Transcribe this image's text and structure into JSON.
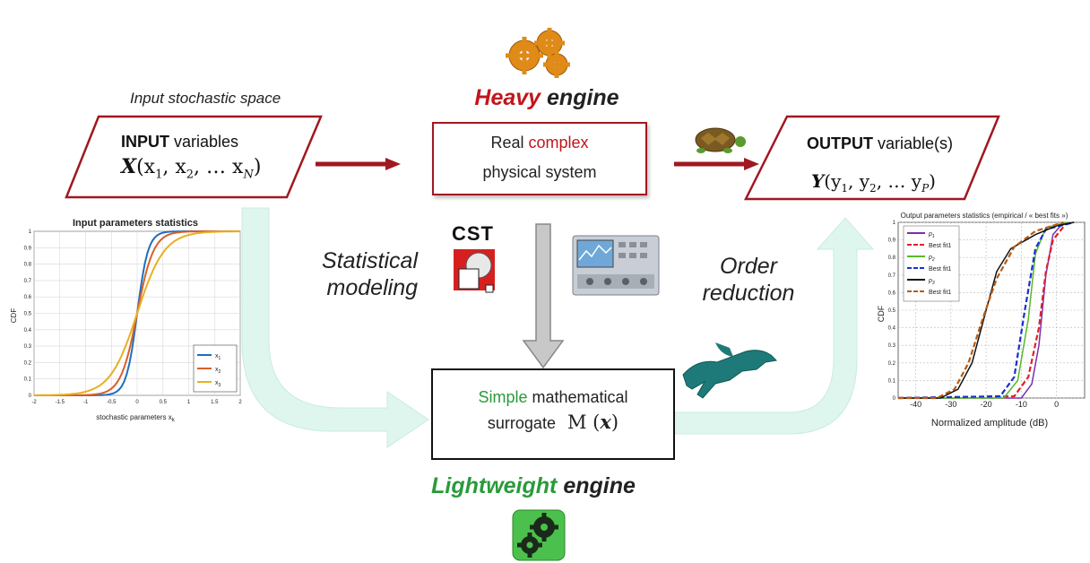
{
  "labels": {
    "input_space": "Input stochastic space",
    "statistical_modeling": [
      "Statistical",
      "modeling"
    ],
    "order_reduction": [
      "Order",
      "reduction"
    ],
    "cst_logo": "CST"
  },
  "heavy_engine": {
    "word1": "Heavy",
    "word2": "engine"
  },
  "lightweight_engine": {
    "word1": "Lightweight",
    "word2": "engine"
  },
  "input_box": {
    "title_bold": "INPUT",
    "title_rest": " variables",
    "math_main": "X",
    "math_open": "(x",
    "sub1": "1",
    "sep1": ", x",
    "sub2": "2",
    "sep2": ", … x",
    "subN": "N",
    "math_close": ")"
  },
  "output_box": {
    "title_bold": "OUTPUT",
    "title_rest": " variable(s)",
    "math_main": "Y",
    "math_open": "(y",
    "sub1": "1",
    "sep1": ", y",
    "sub2": "2",
    "sep2": ", … y",
    "subP": "P",
    "math_close": ")"
  },
  "real_system": {
    "line1a": "Real ",
    "line1b": "complex",
    "line2": "physical system"
  },
  "surrogate": {
    "line1a": "Simple",
    "line1b": " mathematical",
    "line2": "surrogate",
    "math": "M (",
    "math_x": "x",
    "math_close": ")"
  },
  "colors": {
    "dark_red": "#a01820",
    "red_text": "#c0161c",
    "green_text": "#2a9a3a",
    "light_green_arrow": "#dff6ee",
    "gray_arrow": "#c8c8c8"
  },
  "icons": [
    "gears-icon",
    "turtle-icon",
    "cst-logo-icon",
    "instrument-icon",
    "panther-icon",
    "green-gears-icon"
  ],
  "chart_data": [
    {
      "type": "line",
      "title": "Input parameters statistics",
      "xlabel": "stochastic parameters x",
      "xlabel_sub": "k",
      "ylabel": "CDF",
      "xlim": [
        -2,
        2
      ],
      "ylim": [
        0,
        1
      ],
      "xticks": [
        "-2",
        "-1.5",
        "-1",
        "-0.5",
        "0",
        "0.5",
        "1",
        "1.5",
        "2"
      ],
      "yticks": [
        "0",
        "0.1",
        "0.2",
        "0.3",
        "0.4",
        "0.5",
        "0.6",
        "0.7",
        "0.8",
        "0.9",
        "1"
      ],
      "grid": true,
      "legend": "bottom-right",
      "series": [
        {
          "name": "x",
          "sub": "1",
          "color": "#1f6fbf",
          "sigma": 0.18
        },
        {
          "name": "x",
          "sub": "2",
          "color": "#d95f2a",
          "sigma": 0.27
        },
        {
          "name": "x",
          "sub": "3",
          "color": "#e8b020",
          "sigma": 0.45
        }
      ]
    },
    {
      "type": "line",
      "title": "Output parameters statistics (empirical / « best fits »)",
      "xlabel": "Normalized amplitude (dB)",
      "ylabel": "CDF",
      "xlim": [
        -45,
        8
      ],
      "ylim": [
        0,
        1
      ],
      "xticks": [
        "-40",
        "-30",
        "-20",
        "-10",
        "0"
      ],
      "yticks": [
        "0",
        "0.1",
        "0.2",
        "0.3",
        "0.4",
        "0.5",
        "0.6",
        "0.7",
        "0.8",
        "0.9",
        "1"
      ],
      "grid": true,
      "legend": "top-left",
      "series": [
        {
          "name": "p",
          "sub": "1",
          "color": "#7a2fb0",
          "dash": false,
          "points": [
            [
              -45,
              0
            ],
            [
              -10,
              0
            ],
            [
              -7,
              0.08
            ],
            [
              -5,
              0.3
            ],
            [
              -3,
              0.7
            ],
            [
              -1,
              0.93
            ],
            [
              2,
              1
            ]
          ]
        },
        {
          "name": "Best fit1",
          "color": "#e0202a",
          "dash": true,
          "points": [
            [
              -45,
              0
            ],
            [
              -12,
              0.01
            ],
            [
              -8,
              0.12
            ],
            [
              -5,
              0.4
            ],
            [
              -3,
              0.72
            ],
            [
              -1,
              0.9
            ],
            [
              3,
              1
            ]
          ]
        },
        {
          "name": "p",
          "sub": "2",
          "color": "#5ab82a",
          "dash": false,
          "points": [
            [
              -45,
              0
            ],
            [
              -15,
              0
            ],
            [
              -11,
              0.1
            ],
            [
              -8,
              0.45
            ],
            [
              -6,
              0.82
            ],
            [
              -3,
              0.97
            ],
            [
              3,
              1
            ]
          ]
        },
        {
          "name": "Best fit1",
          "color": "#1a2fd0",
          "dash": true,
          "points": [
            [
              -45,
              0
            ],
            [
              -16,
              0.01
            ],
            [
              -12,
              0.12
            ],
            [
              -9,
              0.5
            ],
            [
              -6,
              0.85
            ],
            [
              -3,
              0.96
            ],
            [
              5,
              1
            ]
          ]
        },
        {
          "name": "p",
          "sub": "3",
          "color": "#111111",
          "dash": false,
          "points": [
            [
              -45,
              0
            ],
            [
              -33,
              0
            ],
            [
              -28,
              0.05
            ],
            [
              -24,
              0.2
            ],
            [
              -20,
              0.5
            ],
            [
              -17,
              0.72
            ],
            [
              -13,
              0.85
            ],
            [
              -6,
              0.93
            ],
            [
              0,
              0.98
            ],
            [
              5,
              1
            ]
          ]
        },
        {
          "name": "Best fit1",
          "color": "#b85a10",
          "dash": true,
          "points": [
            [
              -45,
              0
            ],
            [
              -34,
              0
            ],
            [
              -29,
              0.05
            ],
            [
              -25,
              0.2
            ],
            [
              -21,
              0.45
            ],
            [
              -17,
              0.68
            ],
            [
              -12,
              0.86
            ],
            [
              -6,
              0.95
            ],
            [
              2,
              1
            ]
          ]
        }
      ]
    }
  ]
}
